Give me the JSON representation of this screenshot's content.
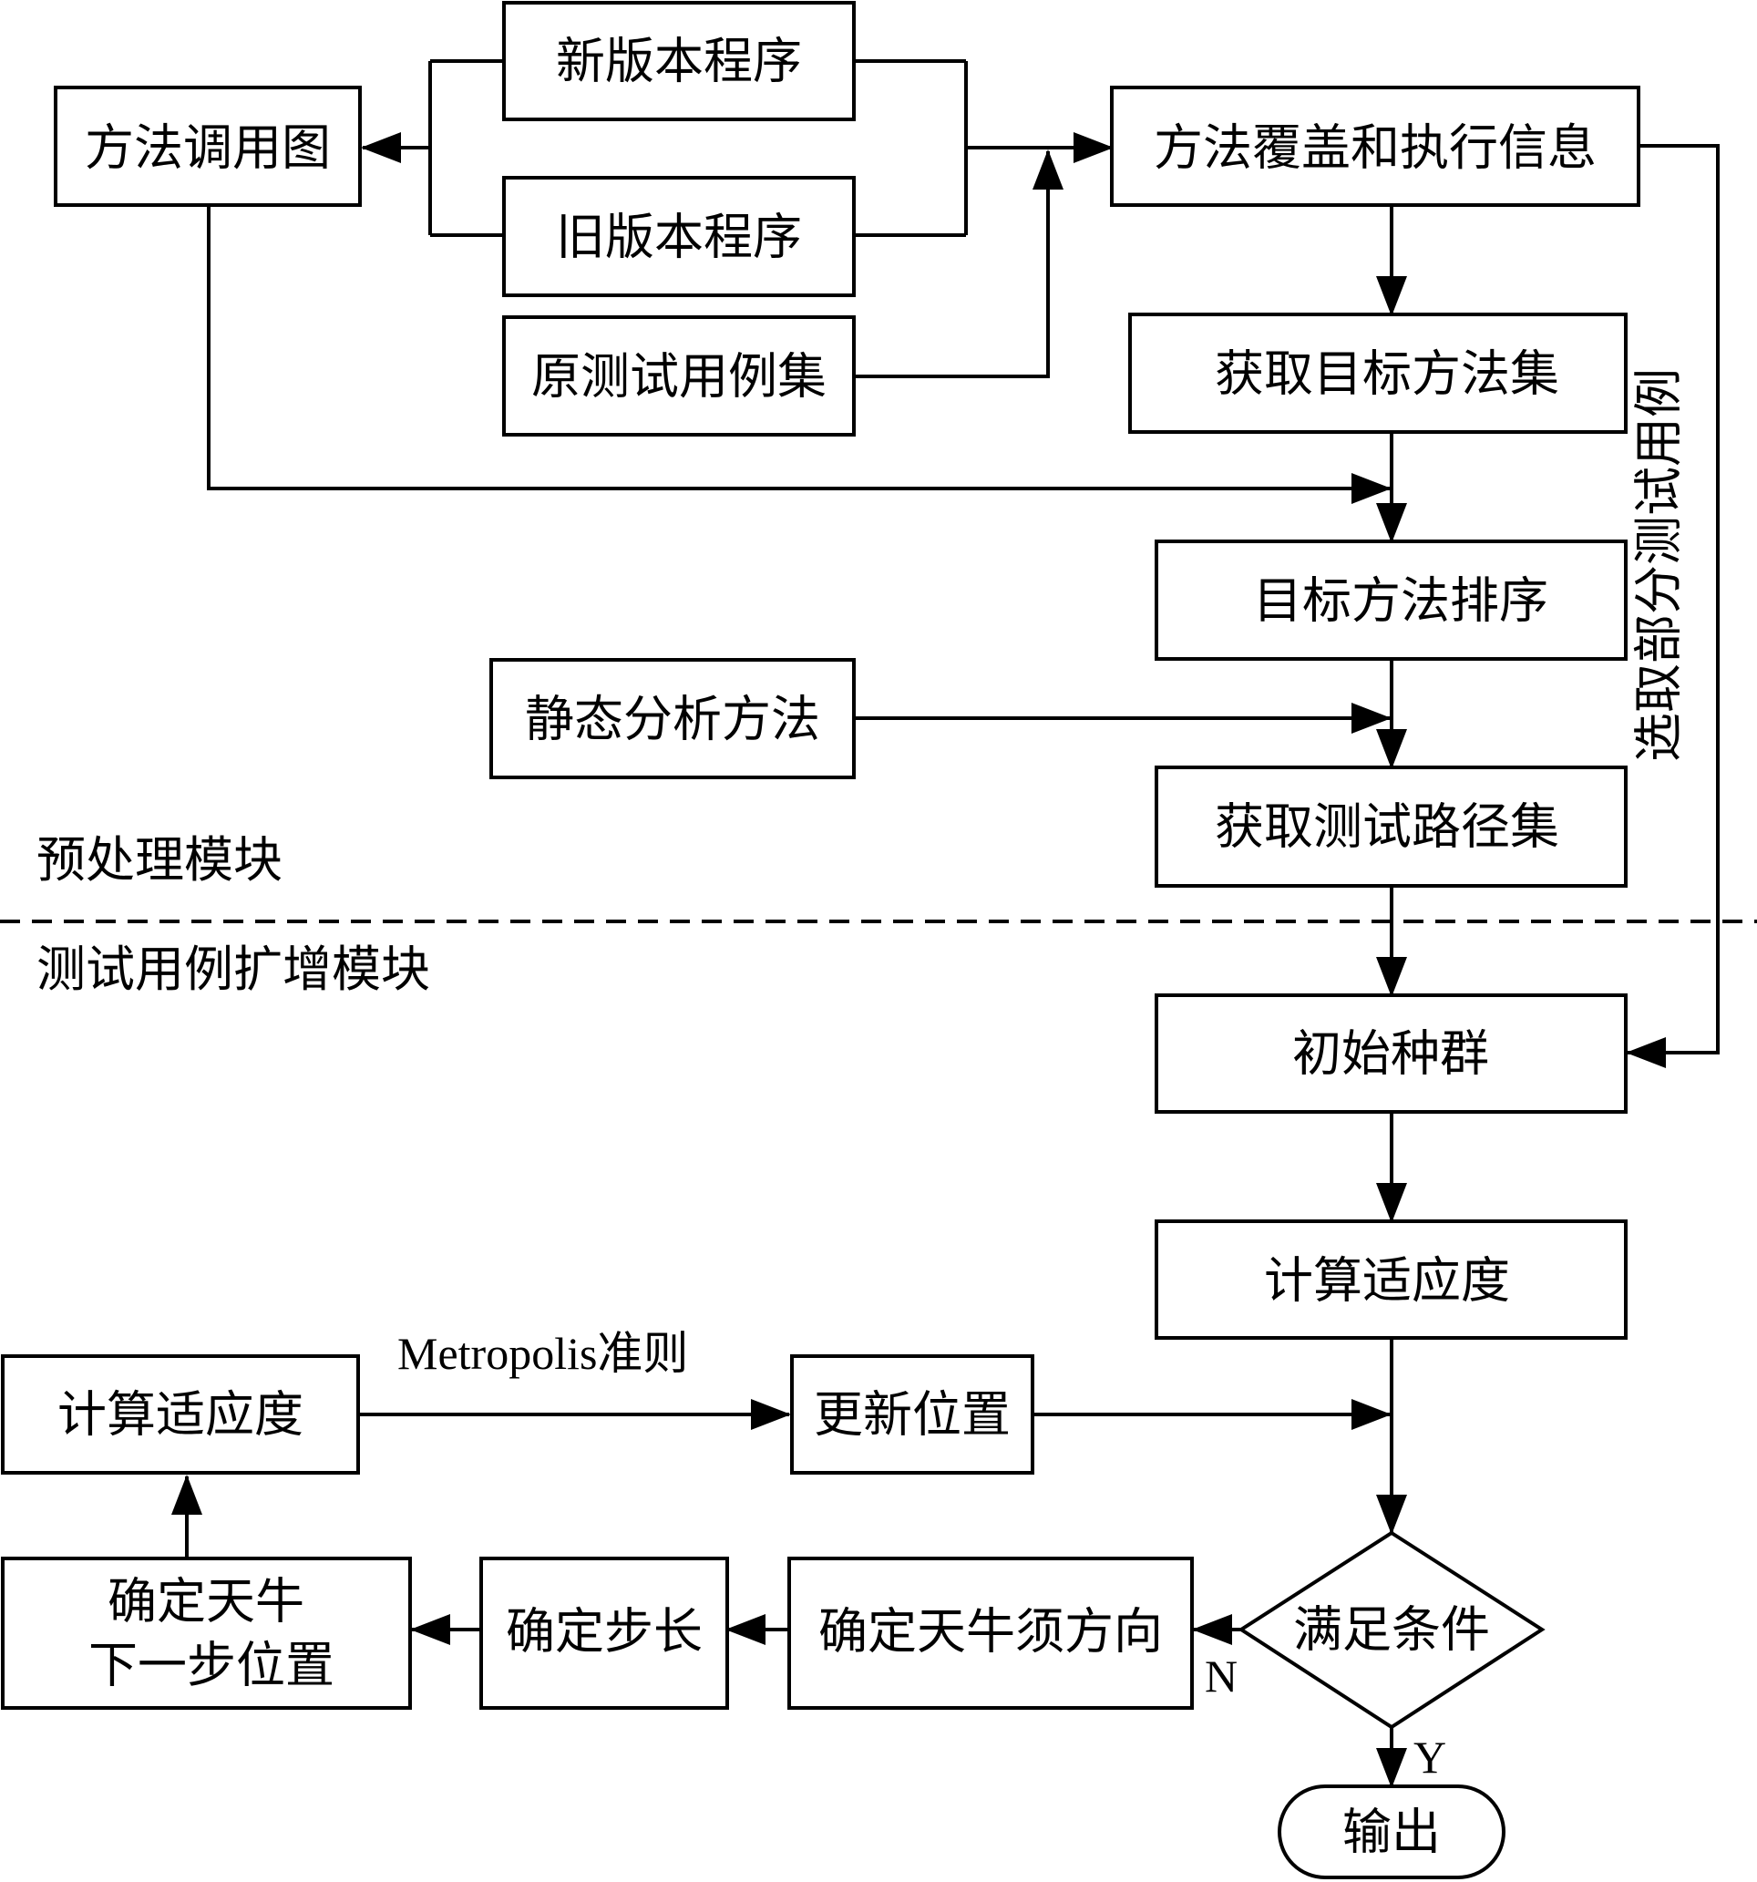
{
  "diagram": {
    "nodes": {
      "call_graph": "方法调用图",
      "new_program": "新版本程序",
      "old_program": "旧版本程序",
      "orig_tests": "原测试用例集",
      "coverage_info": "方法覆盖和执行信息",
      "get_target": "获取目标方法集",
      "sort_target": "目标方法排序",
      "static_analysis": "静态分析方法",
      "get_paths": "获取测试路径集",
      "init_population": "初始种群",
      "calc_fitness_main": "计算适应度",
      "calc_fitness_side": "计算适应度",
      "update_position": "更新位置",
      "condition": "满足条件",
      "antenna_direction": "确定天牛须方向",
      "step_length": "确定步长",
      "next_position_line1": "确定天牛",
      "next_position_line2": "下一步位置",
      "output": "输出"
    },
    "edge_labels": {
      "select_tests": "选取部分测试用例",
      "metropolis": "Metropolis准则",
      "no": "N",
      "yes": "Y"
    },
    "sections": {
      "preprocessing": "预处理模块",
      "expansion": "测试用例扩增模块"
    }
  }
}
